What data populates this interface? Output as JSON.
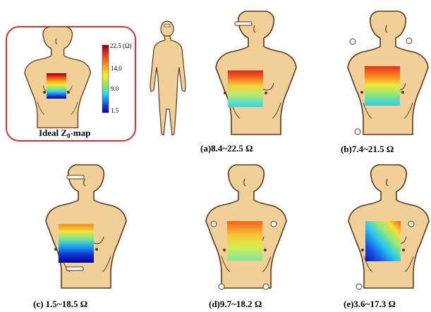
{
  "ideal": {
    "title_main": "Ideal Z",
    "title_sub": "0",
    "title_suffix": "-map",
    "colorbar": {
      "top_label": "22.5 (Ω)",
      "ticks": [
        "14.0",
        "9.0",
        "1.5"
      ]
    }
  },
  "panels": [
    {
      "id": "a",
      "caption": "(a)8.4~22.5 Ω"
    },
    {
      "id": "b",
      "caption": "(b)7.4~21.5 Ω"
    },
    {
      "id": "c",
      "caption": "(c) 1.5~18.5 Ω"
    },
    {
      "id": "d",
      "caption": "(d)9.7~18.2 Ω"
    },
    {
      "id": "e",
      "caption": "(e)3.6~17.3 Ω"
    }
  ],
  "colors": {
    "skin": "#f3cf98",
    "outline": "#5a3a1e",
    "frame": "#e0302a"
  }
}
